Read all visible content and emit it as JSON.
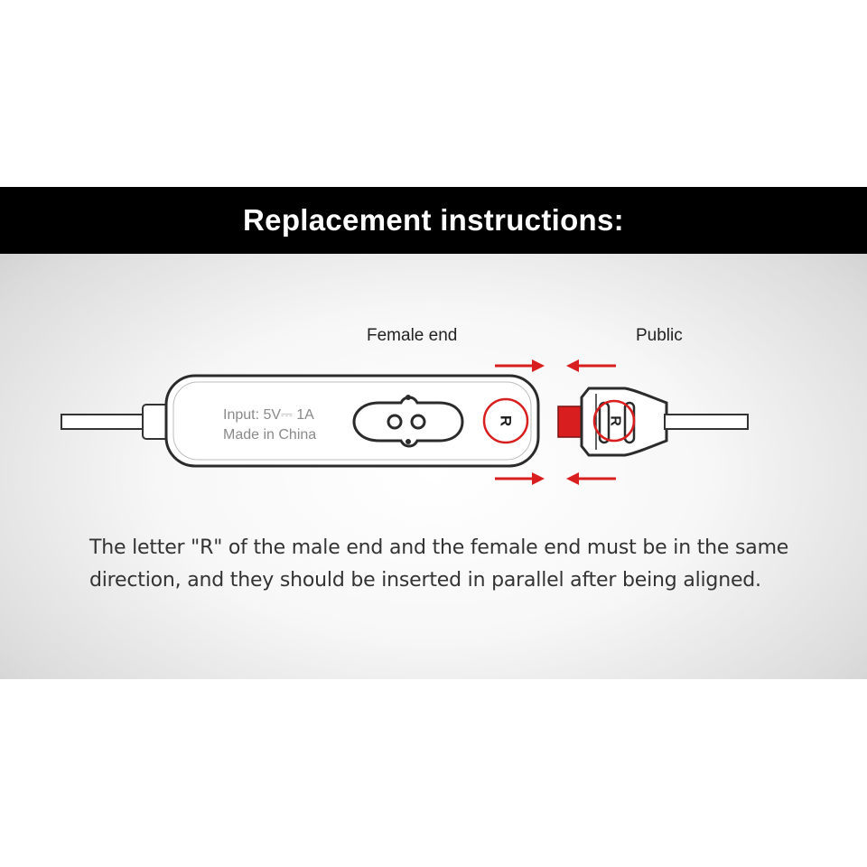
{
  "header": {
    "title": "Replacement instructions:"
  },
  "labels": {
    "female_end": "Female end",
    "public": "Public"
  },
  "device": {
    "input_rating": "Input: 5V⎓ 1A",
    "origin": "Made in China",
    "marker_letter": "R"
  },
  "plug": {
    "marker_letter": "R"
  },
  "instructions": {
    "line1": "The letter \"R\" of the male end and the female end must be in the same",
    "line2": "direction, and they should be inserted in parallel after being aligned."
  },
  "colors": {
    "accent": "#d81e1e",
    "header_bg": "#000000"
  }
}
